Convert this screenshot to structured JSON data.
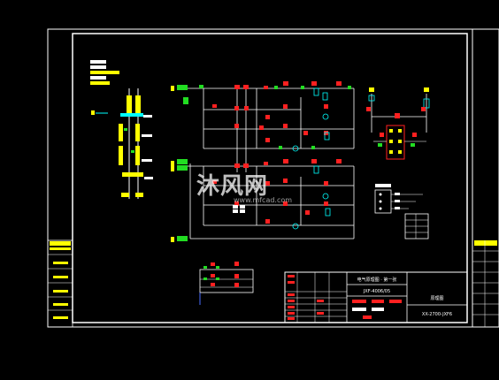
{
  "drawing": {
    "background": "#000000",
    "line_color": "#ffffff",
    "colors": {
      "red": "#ff2020",
      "green": "#22dd22",
      "yellow": "#ffff00",
      "cyan": "#00ffff",
      "blue": "#4a6cff"
    }
  },
  "watermark": {
    "text": "沐风网",
    "url": "www.mfcad.com"
  },
  "title_block": {
    "title_line": "电气原理图 · 第一张",
    "drawing_no": "JXF-4006/05",
    "sheet_name": "原理图",
    "footer_code": "XX-2700-JXF6"
  }
}
